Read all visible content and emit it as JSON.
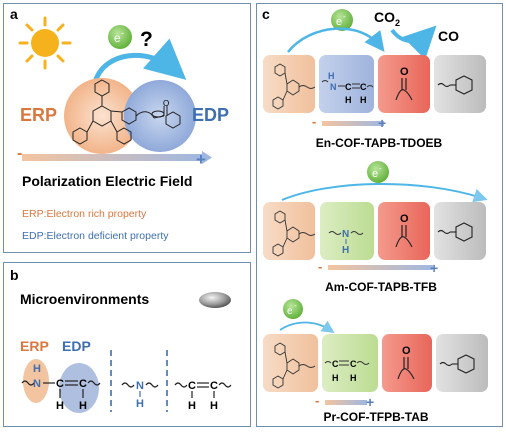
{
  "panel_a": {
    "letter": "a",
    "electron": "e",
    "electron_sup": "-",
    "question": "?",
    "erp": "ERP",
    "edp": "EDP",
    "minus": "-",
    "plus": "+",
    "field_title": "Polarization Electric Field",
    "erp_def": "ERP:Electron rich property",
    "edp_def": "EDP:Electron deficient property",
    "colors": {
      "erp": "#d9773d",
      "edp": "#3e6fb0",
      "arrow": "#4db6e6",
      "green": "#7bc74d",
      "sun": "#f6b21c"
    }
  },
  "panel_b": {
    "letter": "b",
    "title": "Microenvironments",
    "erp": "ERP",
    "edp": "EDP",
    "n_label": "N",
    "h_label": "H",
    "c_label": "C",
    "colors": {
      "blue_text": "#3e6fb0"
    }
  },
  "panel_c": {
    "letter": "c",
    "electron": "e",
    "electron_sup": "-",
    "co2": "CO",
    "co2_sub": "2",
    "co": "CO",
    "o_label": "O",
    "n_label": "N",
    "h_label": "H",
    "c_label": "C",
    "minus": "-",
    "plus": "+",
    "rows": [
      {
        "name": "En-COF-TAPB-TDOEB"
      },
      {
        "name": "Am-COF-TAPB-TFB"
      },
      {
        "name": "Pr-COF-TFPB-TAB"
      }
    ],
    "colors": {
      "orange_block": "#f3c9a8",
      "blue_block": "#aebfdf",
      "green_block": "#c7e2a3",
      "red_block": "#ee7b6c",
      "gray_block": "#c9c9c9",
      "arrow": "#4db6e6"
    }
  }
}
